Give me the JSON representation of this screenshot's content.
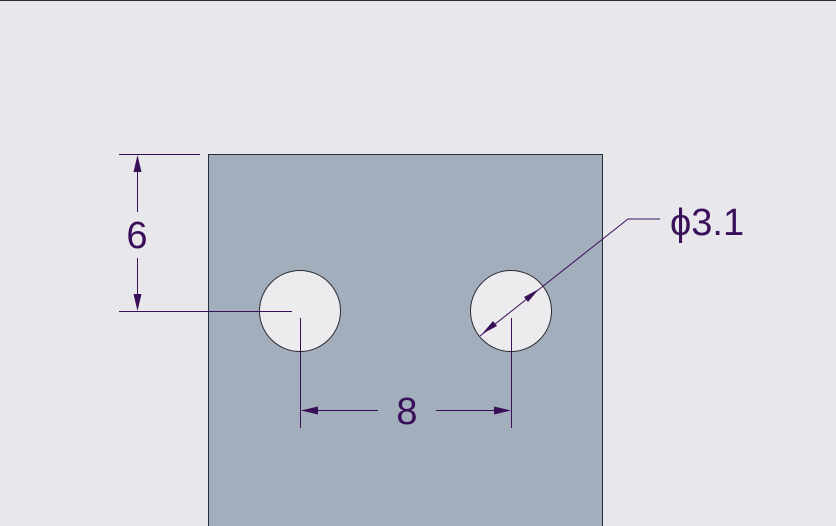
{
  "drawing": {
    "colors": {
      "background": "#e8e8ec",
      "part_fill": "#a2aebb",
      "part_edge": "#2b2b33",
      "hole_fill": "#ececef",
      "dimension": "#3a0f5a"
    },
    "dimensions": {
      "vertical": "6",
      "horizontal": "8",
      "diameter": "ϕ3.1"
    }
  }
}
